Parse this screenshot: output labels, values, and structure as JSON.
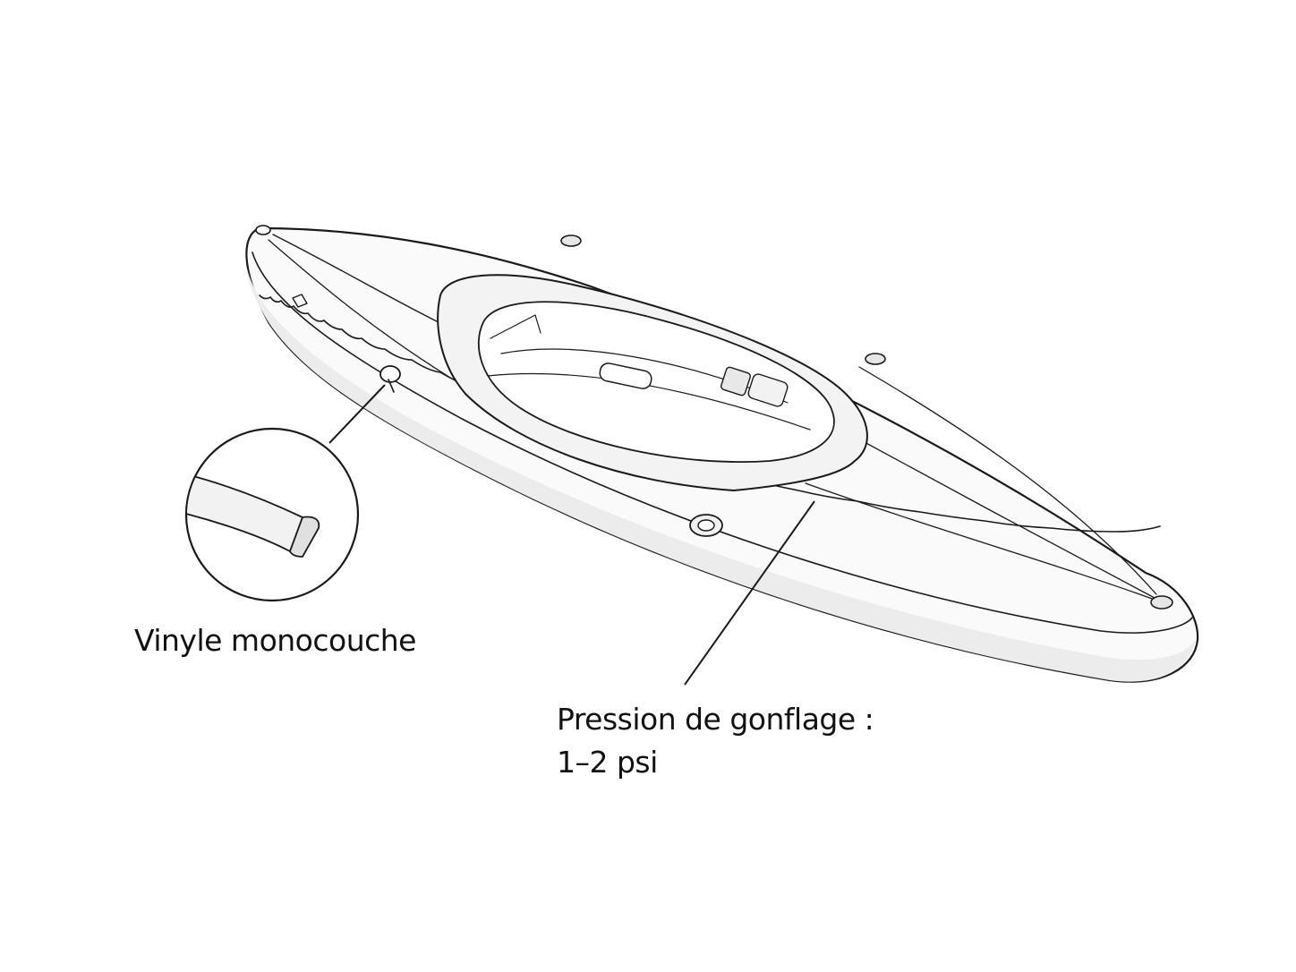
{
  "callouts": {
    "material": {
      "label": "Vinyle monocouche"
    },
    "pressure": {
      "label_line1": "Pression de gonflage :",
      "label_line2": "1–2 psi"
    }
  },
  "colors": {
    "stroke": "#1a1a1a",
    "hull_fill": "#fafafa",
    "shade": "#e4e4e4",
    "background": "#ffffff"
  }
}
